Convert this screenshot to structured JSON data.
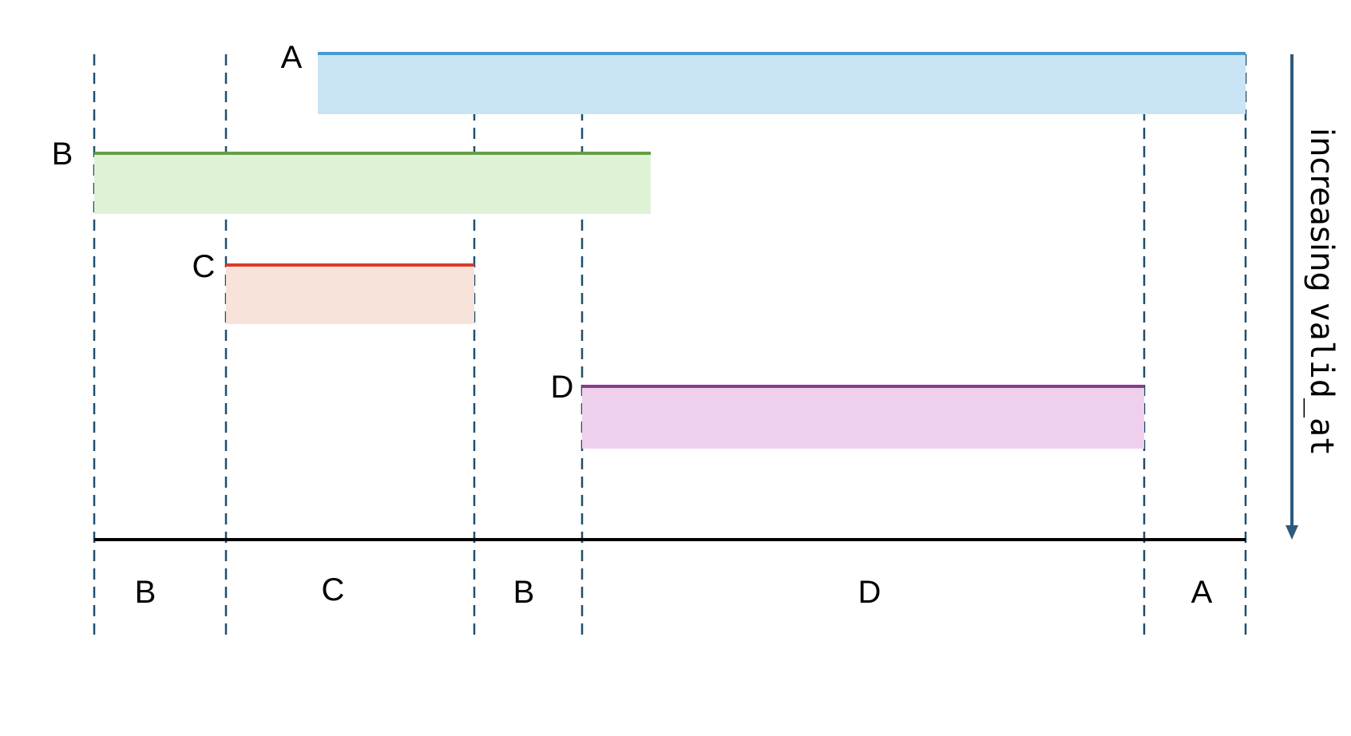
{
  "axis_label": {
    "prefix": "increasing ",
    "code": "valid_at"
  },
  "intervals": [
    {
      "id": "A",
      "label": "A",
      "fill": "#c9e4f4",
      "stroke": "#4a9ad0"
    },
    {
      "id": "B",
      "label": "B",
      "fill": "#dff2d6",
      "stroke": "#62a045"
    },
    {
      "id": "C",
      "label": "C",
      "fill": "#f7e3da",
      "stroke": "#d93a2b"
    },
    {
      "id": "D",
      "label": "D",
      "fill": "#efd0ec",
      "stroke": "#8a3a8f"
    }
  ],
  "result_segments": [
    {
      "label": "B"
    },
    {
      "label": "C"
    },
    {
      "label": "B"
    },
    {
      "label": "D"
    },
    {
      "label": "A"
    }
  ],
  "colors": {
    "guide": "#1f4e6e",
    "baseline": "#000000",
    "arrow": "#2e5a7d"
  }
}
